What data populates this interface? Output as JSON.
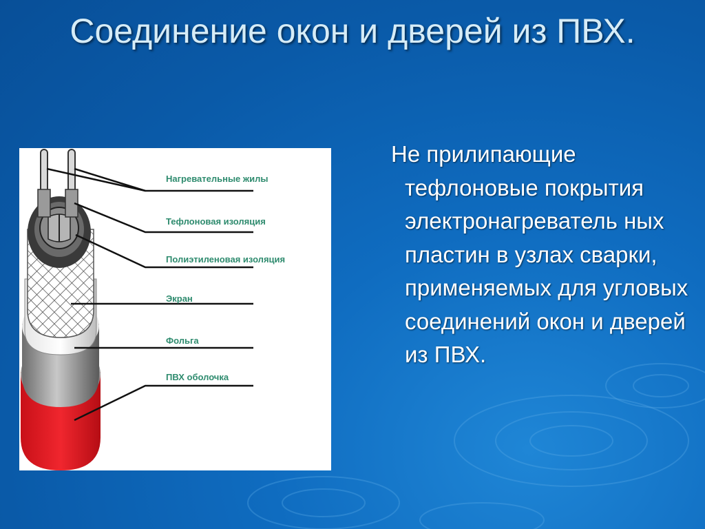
{
  "slide": {
    "title": "Соединение окон и дверей из ПВХ.",
    "bullet": "Не прилипающие тефлоновые покрытия электронагреватель ных пластин в узлах сварки, применяемых для угловых соединений окон и дверей из ПВХ."
  },
  "figure": {
    "labels": [
      "Нагревательные жилы",
      "Тефлоновая изоляция",
      "Полиэтиленовая изоляция",
      "Экран",
      "Фольга",
      "ПВХ оболочка"
    ]
  },
  "colors": {
    "background": "#0a5aa8",
    "title_text": "#d6ecf7",
    "body_text": "#ffffff",
    "label_text": "#2e8b6e",
    "pvc_sheath": "#e8202a"
  }
}
